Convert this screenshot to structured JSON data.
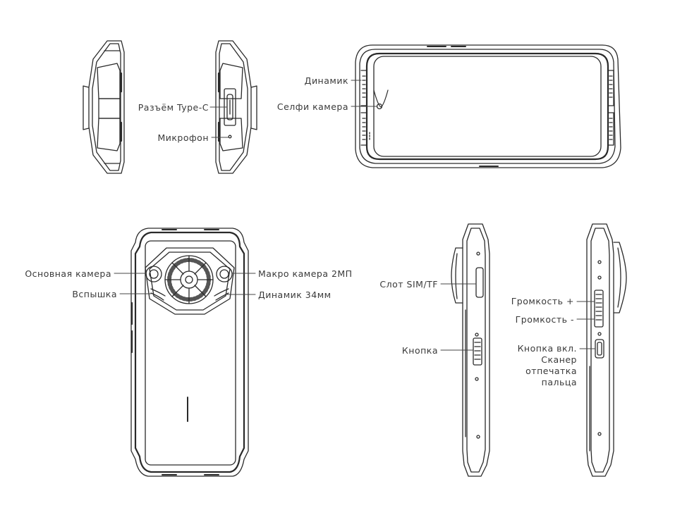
{
  "labels": {
    "speaker": "Динамик",
    "selfie_camera": "Селфи камера",
    "type_c": "Разъём Type-C",
    "microphone": "Микрофон",
    "main_camera": "Основная камера",
    "flash": "Вспышка",
    "macro_camera": "Макро камера 2МП",
    "speaker_34mm": "Динамик 34мм",
    "sim_slot": "Слот SIM/TF",
    "button": "Кнопка",
    "volume_up": "Громкость +",
    "volume_down": "Громкость -",
    "power_line1": "Кнопка вкл.",
    "power_line2": "Сканер",
    "power_line3": "отпечатка",
    "power_line4": "пальца"
  },
  "colors": {
    "line": "#2a2a2a",
    "text": "#3a3a3a",
    "grille": "#555555"
  }
}
